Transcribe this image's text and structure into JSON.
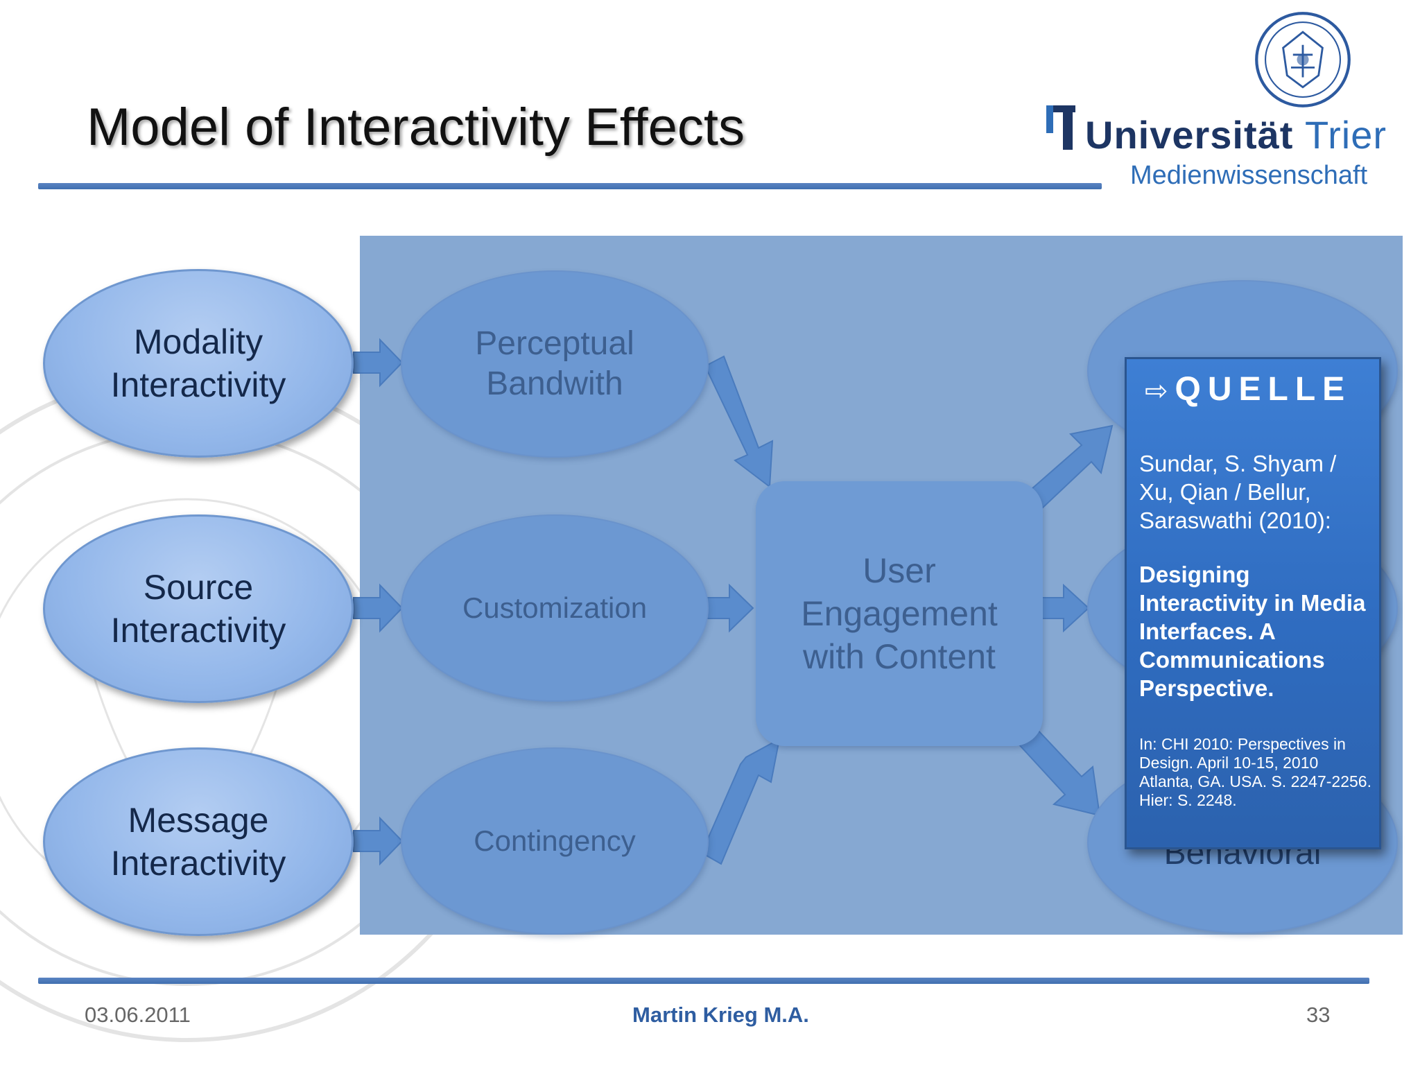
{
  "slide": {
    "title": "Model of Interactivity Effects",
    "logo": {
      "name_main": "Universität",
      "name_city": "Trier",
      "department": "Medienwissenschaft"
    }
  },
  "diagram": {
    "inputs": [
      {
        "line1": "Modality",
        "line2": "Interactivity"
      },
      {
        "line1": "Source",
        "line2": "Interactivity"
      },
      {
        "line1": "Message",
        "line2": "Interactivity"
      }
    ],
    "mediators": [
      {
        "line1": "Perceptual",
        "line2": "Bandwith"
      },
      {
        "line1": "Customization",
        "line2": ""
      },
      {
        "line1": "Contingency",
        "line2": ""
      }
    ],
    "central": {
      "line1": "User",
      "line2": "Engagement",
      "line3": "with Content"
    },
    "outcome_partial": "Behavioral"
  },
  "quelle": {
    "heading": "QUELLE",
    "arrow_icon": "⇨",
    "authors": "Sundar, S. Shyam / Xu, Qian / Bellur, Saraswathi (2010):",
    "title": "Designing Interactivity in Media Interfaces. A Communications Perspective.",
    "source": "In: CHI 2010: Perspectives in Design. April 10-15, 2010 Atlanta, GA. USA. S. 2247-2256. Hier: S. 2248."
  },
  "footer": {
    "date": "03.06.2011",
    "author": "Martin Krieg M.A.",
    "page": "33"
  },
  "colors": {
    "accent": "#3f6fb0",
    "panel": "#86a8d2",
    "popup": "#2f6cc0"
  }
}
